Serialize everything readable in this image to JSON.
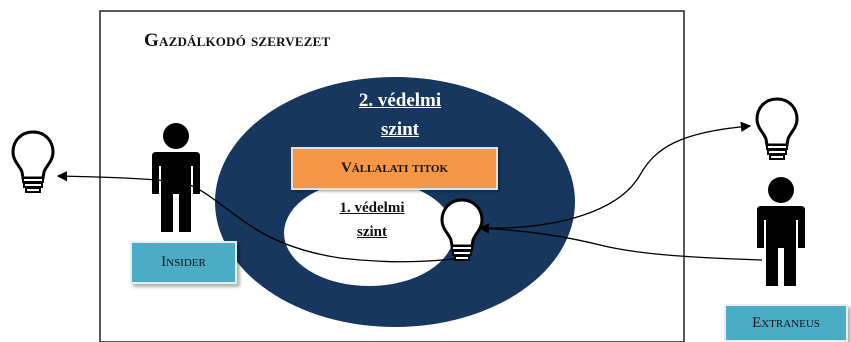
{
  "organization": {
    "title": "Gazdálkodó szervezet"
  },
  "levels": {
    "outer": {
      "line1": "2. védelmi",
      "line2": "szint"
    },
    "inner": {
      "line1": "1. védelmi",
      "line2": "szint"
    }
  },
  "secret": {
    "label": "Vállalati titok"
  },
  "actors": {
    "insider": {
      "label": "Insider"
    },
    "extraneus": {
      "label": "Extraneus"
    }
  },
  "colors": {
    "outer_ring": "#17375e",
    "secret_box": "#f79646",
    "role_box": "#4bacc6"
  }
}
